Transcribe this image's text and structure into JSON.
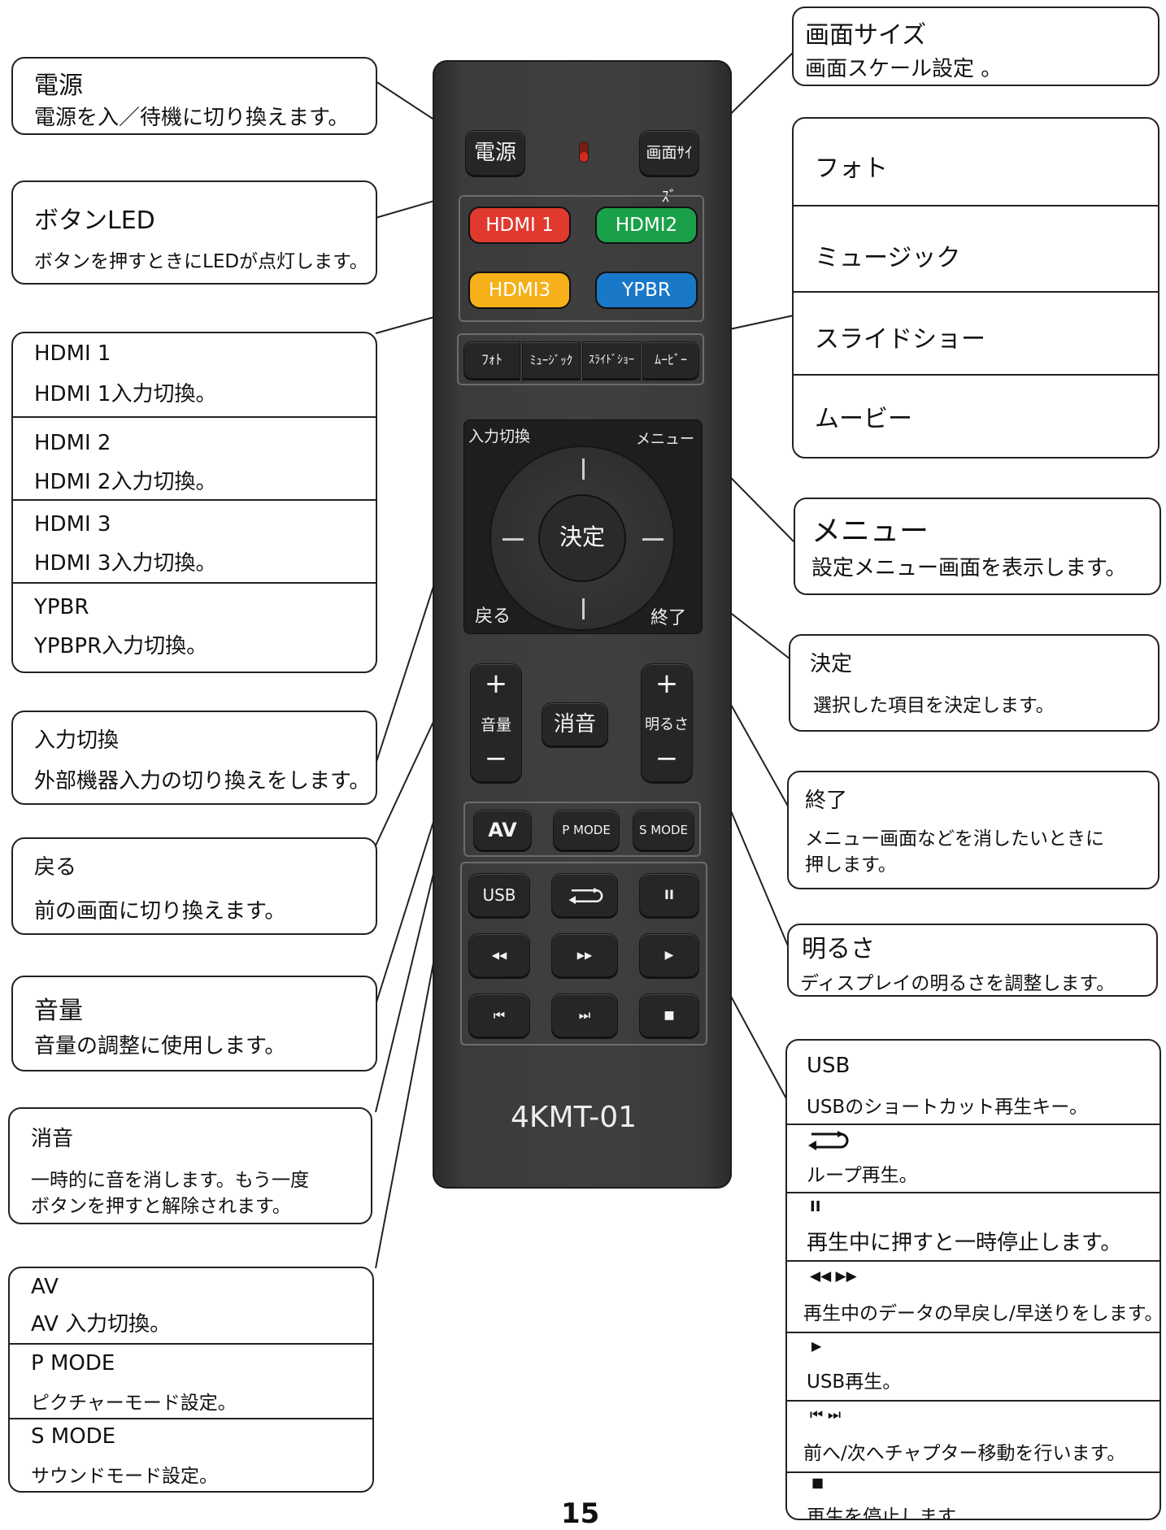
{
  "left": {
    "power": {
      "title": "電源",
      "desc": "電源を入／待機に切り換えます。"
    },
    "led": {
      "title": "ボタンLED",
      "desc": "ボタンを押すときにLEDが点灯します。"
    },
    "hdmi": [
      {
        "title": "HDMI 1",
        "desc": "HDMI 1入力切換。"
      },
      {
        "title": "HDMI 2",
        "desc": "HDMI 2入力切換。"
      },
      {
        "title": "HDMI 3",
        "desc": "HDMI 3入力切換。"
      },
      {
        "title": "YPBR",
        "desc": "YPBPR入力切換。"
      }
    ],
    "input": {
      "title": "入力切換",
      "desc": "外部機器入力の切り換えをします。"
    },
    "back": {
      "title": "戻る",
      "desc": "前の画面に切り換えます。"
    },
    "volume": {
      "title": "音量",
      "desc": "音量の調整に使用します。"
    },
    "mute": {
      "title": "消音",
      "desc1": "一時的に音を消します。もう一度",
      "desc2": "ボタンを押すと解除されます。"
    },
    "modes": [
      {
        "title": "AV",
        "desc": "AV 入力切換。"
      },
      {
        "title": "P MODE",
        "desc": "ピクチャーモード設定。"
      },
      {
        "title": "S MODE",
        "desc": "サウンドモード設定。"
      }
    ]
  },
  "right": {
    "screen": {
      "title": "画面サイズ",
      "desc": "画面スケール設定 。"
    },
    "media": [
      "フォト",
      "ミュージック",
      "スライドショー",
      "ムービー"
    ],
    "menu": {
      "title": "メニュー",
      "desc": "設定メニュー画面を表示します。"
    },
    "ok": {
      "title": "決定",
      "desc": "選択した項目を決定します。"
    },
    "exit": {
      "title": "終了",
      "desc1": "メニュー画面などを消したいときに",
      "desc2": "押します。"
    },
    "brightness": {
      "title": "明るさ",
      "desc": "ディスプレイの明るさを調整します。"
    },
    "usb": [
      {
        "title": "USB",
        "desc": "USBのショートカット再生キー。"
      },
      {
        "title": "",
        "desc": "ループ再生。"
      },
      {
        "title": "II",
        "desc": "再生中に押すと一時停止します。"
      },
      {
        "title": "◀◀ ▶▶",
        "desc": "再生中のデータの早戻し/早送りをします。"
      },
      {
        "title": "▶",
        "desc": "USB再生。"
      },
      {
        "title": "⏮ ⏭",
        "desc": "前へ/次へチャプター移動を行います。"
      },
      {
        "title": "■",
        "desc": "再生を停止します。"
      }
    ]
  },
  "remote": {
    "power": "電源",
    "screen": "画面ｻｲｽﾞ",
    "hdmi1": "HDMI 1",
    "hdmi2": "HDMI2",
    "hdmi3": "HDMI3",
    "ypbr": "YPBR",
    "photo": "ﾌｫﾄ",
    "music": "ﾐｭｰｼﾞｯｸ",
    "slide": "ｽﾗｲﾄﾞｼｮｰ",
    "movie": "ﾑｰﾋﾞｰ",
    "input": "入力切換",
    "menu": "メニュー",
    "ok": "決定",
    "back": "戻る",
    "exit": "終了",
    "plus": "+",
    "minus": "−",
    "vol": "音量",
    "mute": "消音",
    "bright": "明るさ",
    "av": "AV",
    "pmode": "P MODE",
    "smode": "S MODE",
    "usb": "USB",
    "pause": "II",
    "rew": "◀◀",
    "ff": "▶▶",
    "play": "▶",
    "prev": "⏮",
    "next": "⏭",
    "stop": "■",
    "model": "4KMT-01"
  },
  "colors": {
    "hdmi1": "#e03a2f",
    "hdmi2": "#1ba04a",
    "hdmi3": "#f5b01a",
    "ypbr": "#1a78c8",
    "led": "#d42a1f"
  },
  "page_number": "15"
}
